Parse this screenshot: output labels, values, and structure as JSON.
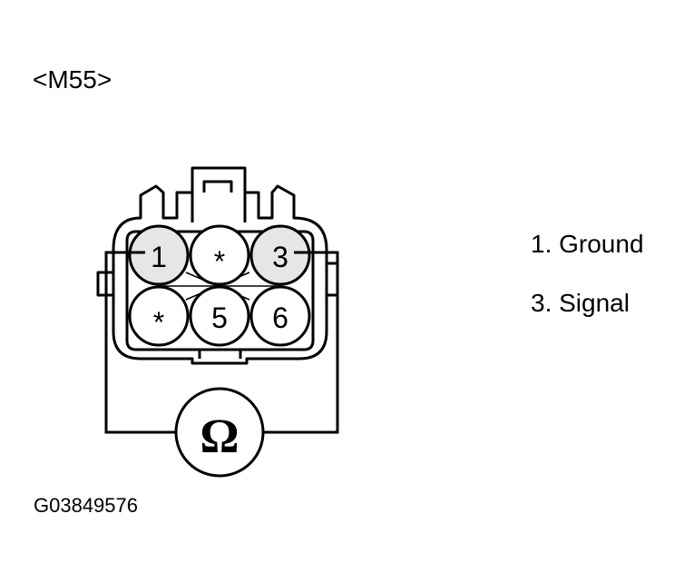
{
  "connector_id": "<M55>",
  "pins": {
    "p1": "1",
    "p2": "*",
    "p3": "3",
    "p4": "*",
    "p5": "5",
    "p6": "6"
  },
  "legend": {
    "item1": "1. Ground",
    "item3": "3. Signal"
  },
  "meter_symbol": "Ω",
  "figure_code": "G03849576",
  "icons": {
    "meter": "ohmmeter-icon"
  }
}
